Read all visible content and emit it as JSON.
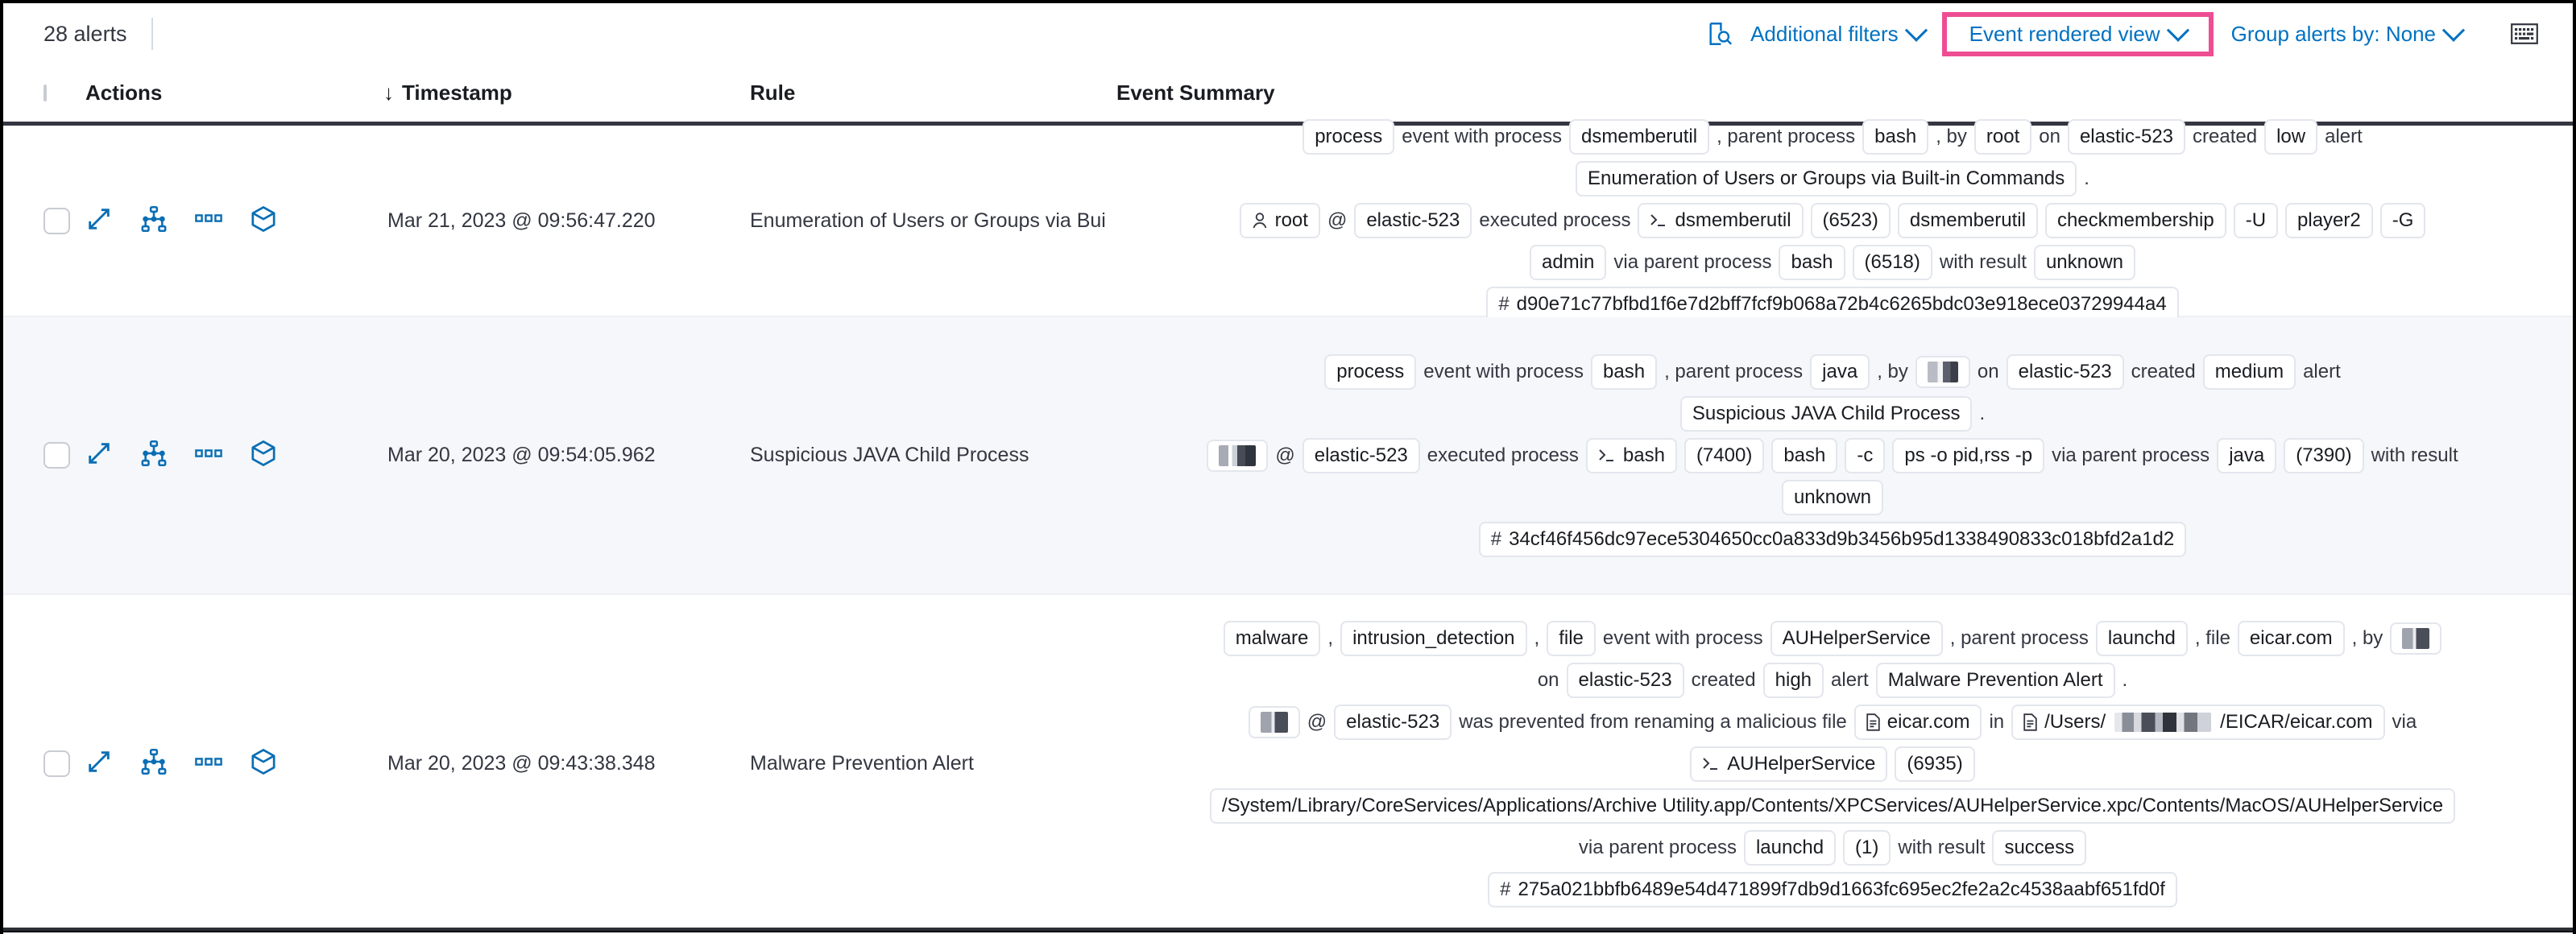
{
  "toolbar": {
    "alert_count": "28 alerts",
    "inspect_icon": "inspect-search-icon",
    "additional_filters": "Additional filters",
    "event_rendered_view": "Event rendered view",
    "group_alerts_by": "Group alerts by: None",
    "keyboard_icon": "keyboard-icon",
    "highlight_color": "#ee4d93",
    "link_color": "#0071c2"
  },
  "columns": {
    "actions": "Actions",
    "timestamp": "Timestamp",
    "rule": "Rule",
    "event_summary": "Event Summary",
    "sort_arrow": "↓"
  },
  "row_icons": [
    {
      "name": "expand-icon"
    },
    {
      "name": "analyzer-graph-icon"
    },
    {
      "name": "more-actions-icon"
    },
    {
      "name": "session-view-cube-icon"
    }
  ],
  "rows": [
    {
      "timestamp": "Mar 21, 2023 @ 09:56:47.220",
      "rule": "Enumeration of Users or Groups via Bui",
      "summary_lines": [
        [
          {
            "t": "chip",
            "v": "process"
          },
          {
            "t": "txt",
            "v": "event with process"
          },
          {
            "t": "chip",
            "v": "dsmemberutil"
          },
          {
            "t": "txt",
            "v": ", parent process"
          },
          {
            "t": "chip",
            "v": "bash"
          },
          {
            "t": "txt",
            "v": ", by"
          },
          {
            "t": "chip",
            "v": "root"
          },
          {
            "t": "txt",
            "v": "on"
          },
          {
            "t": "chip",
            "v": "elastic-523"
          },
          {
            "t": "txt",
            "v": "created"
          },
          {
            "t": "chip",
            "v": "low"
          },
          {
            "t": "txt",
            "v": "alert"
          }
        ],
        [
          {
            "t": "chip",
            "v": "Enumeration of Users or Groups via Built-in Commands"
          },
          {
            "t": "txt",
            "v": "."
          }
        ],
        [
          {
            "t": "chip",
            "v": "root",
            "icon": "user-icon"
          },
          {
            "t": "txt",
            "v": "@"
          },
          {
            "t": "chip",
            "v": "elastic-523"
          },
          {
            "t": "txt",
            "v": "executed process"
          },
          {
            "t": "chip",
            "v": "dsmemberutil",
            "icon": "console-icon"
          },
          {
            "t": "chip",
            "v": "(6523)"
          },
          {
            "t": "chip",
            "v": "dsmemberutil"
          },
          {
            "t": "chip",
            "v": "checkmembership"
          },
          {
            "t": "chip",
            "v": "-U"
          },
          {
            "t": "chip",
            "v": "player2"
          },
          {
            "t": "chip",
            "v": "-G"
          }
        ],
        [
          {
            "t": "chip",
            "v": "admin"
          },
          {
            "t": "txt",
            "v": "via parent process"
          },
          {
            "t": "chip",
            "v": "bash"
          },
          {
            "t": "chip",
            "v": "(6518)"
          },
          {
            "t": "txt",
            "v": "with result"
          },
          {
            "t": "chip",
            "v": "unknown"
          }
        ],
        [
          {
            "t": "chip",
            "v": "d90e71c77bfbd1f6e7d2bff7fcf9b068a72b4c6265bdc03e918ece03729944a4",
            "icon": "hash-icon"
          }
        ]
      ]
    },
    {
      "timestamp": "Mar 20, 2023 @ 09:54:05.962",
      "rule": "Suspicious JAVA Child Process",
      "summary_lines": [
        [
          {
            "t": "chip",
            "v": "process"
          },
          {
            "t": "txt",
            "v": "event with process"
          },
          {
            "t": "chip",
            "v": "bash"
          },
          {
            "t": "txt",
            "v": ", parent process"
          },
          {
            "t": "chip",
            "v": "java"
          },
          {
            "t": "txt",
            "v": ", by"
          },
          {
            "t": "chip",
            "v": "",
            "redacted": "r1"
          },
          {
            "t": "txt",
            "v": "on"
          },
          {
            "t": "chip",
            "v": "elastic-523"
          },
          {
            "t": "txt",
            "v": "created"
          },
          {
            "t": "chip",
            "v": "medium"
          },
          {
            "t": "txt",
            "v": "alert"
          }
        ],
        [
          {
            "t": "chip",
            "v": "Suspicious JAVA Child Process"
          },
          {
            "t": "txt",
            "v": "."
          }
        ],
        [
          {
            "t": "chip",
            "v": "",
            "redacted": "r2"
          },
          {
            "t": "txt",
            "v": "@"
          },
          {
            "t": "chip",
            "v": "elastic-523"
          },
          {
            "t": "txt",
            "v": "executed process"
          },
          {
            "t": "chip",
            "v": "bash",
            "icon": "console-icon"
          },
          {
            "t": "chip",
            "v": "(7400)"
          },
          {
            "t": "chip",
            "v": "bash"
          },
          {
            "t": "chip",
            "v": "-c"
          },
          {
            "t": "chip",
            "v": "ps -o pid,rss -p"
          },
          {
            "t": "txt",
            "v": "via parent process"
          },
          {
            "t": "chip",
            "v": "java"
          },
          {
            "t": "chip",
            "v": "(7390)"
          },
          {
            "t": "txt",
            "v": "with result"
          }
        ],
        [
          {
            "t": "chip",
            "v": "unknown"
          }
        ],
        [
          {
            "t": "chip",
            "v": "34cf46f456dc97ece5304650cc0a833d9b3456b95d1338490833c018bfd2a1d2",
            "icon": "hash-icon"
          }
        ]
      ]
    },
    {
      "timestamp": "Mar 20, 2023 @ 09:43:38.348",
      "rule": "Malware Prevention Alert",
      "summary_lines": [
        [
          {
            "t": "chip",
            "v": "malware"
          },
          {
            "t": "txt",
            "v": ","
          },
          {
            "t": "chip",
            "v": "intrusion_detection"
          },
          {
            "t": "txt",
            "v": ","
          },
          {
            "t": "chip",
            "v": "file"
          },
          {
            "t": "txt",
            "v": "event with process"
          },
          {
            "t": "chip",
            "v": "AUHelperService"
          },
          {
            "t": "txt",
            "v": ", parent process"
          },
          {
            "t": "chip",
            "v": "launchd"
          },
          {
            "t": "txt",
            "v": ", file"
          },
          {
            "t": "chip",
            "v": "eicar.com"
          },
          {
            "t": "txt",
            "v": ", by"
          },
          {
            "t": "chip",
            "v": "",
            "redacted": "r3"
          }
        ],
        [
          {
            "t": "txt",
            "v": "on"
          },
          {
            "t": "chip",
            "v": "elastic-523"
          },
          {
            "t": "txt",
            "v": "created"
          },
          {
            "t": "chip",
            "v": "high"
          },
          {
            "t": "txt",
            "v": "alert"
          },
          {
            "t": "chip",
            "v": "Malware Prevention Alert"
          },
          {
            "t": "txt",
            "v": "."
          }
        ],
        [
          {
            "t": "chip",
            "v": "",
            "redacted": "r3"
          },
          {
            "t": "txt",
            "v": "@"
          },
          {
            "t": "chip",
            "v": "elastic-523"
          },
          {
            "t": "txt",
            "v": "was prevented from renaming a malicious file"
          },
          {
            "t": "chip",
            "v": "eicar.com",
            "icon": "file-icon"
          },
          {
            "t": "txt",
            "v": "in"
          },
          {
            "t": "chip",
            "v": "/Users/",
            "icon": "file-icon",
            "suffix": "/EICAR/eicar.com",
            "redact_mid": true
          },
          {
            "t": "txt",
            "v": "via"
          }
        ],
        [
          {
            "t": "chip",
            "v": "AUHelperService",
            "icon": "console-icon"
          },
          {
            "t": "chip",
            "v": "(6935)"
          }
        ],
        [
          {
            "t": "chip",
            "v": "/System/Library/CoreServices/Applications/Archive Utility.app/Contents/XPCServices/AUHelperService.xpc/Contents/MacOS/AUHelperService"
          }
        ],
        [
          {
            "t": "txt",
            "v": "via parent process"
          },
          {
            "t": "chip",
            "v": "launchd"
          },
          {
            "t": "chip",
            "v": "(1)"
          },
          {
            "t": "txt",
            "v": "with result"
          },
          {
            "t": "chip",
            "v": "success"
          }
        ],
        [
          {
            "t": "chip",
            "v": "275a021bbfb6489e54d471899f7db9d1663fc695ec2fe2a2c4538aabf651fd0f",
            "icon": "hash-icon"
          }
        ]
      ]
    }
  ]
}
